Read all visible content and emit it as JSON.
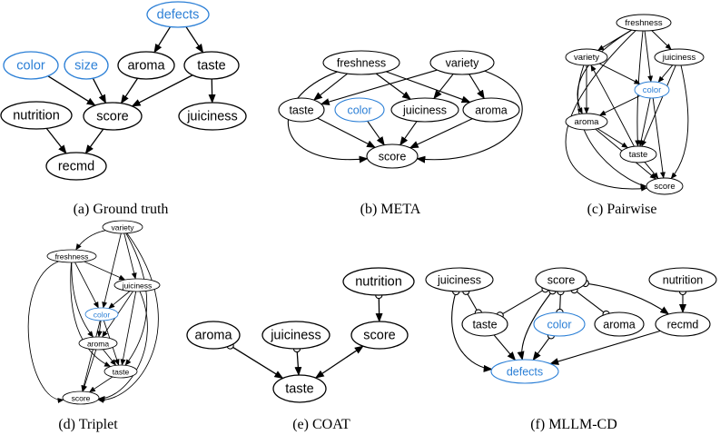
{
  "colors": {
    "line": "#000000",
    "highlight": "#2b7fd6",
    "background": "#ffffff"
  },
  "panels": [
    {
      "id": "a",
      "caption": "(a) Ground truth",
      "nodes": [
        {
          "id": "defects",
          "label": "defects",
          "highlight": true
        },
        {
          "id": "color",
          "label": "color",
          "highlight": true
        },
        {
          "id": "size",
          "label": "size",
          "highlight": true
        },
        {
          "id": "aroma",
          "label": "aroma"
        },
        {
          "id": "taste",
          "label": "taste"
        },
        {
          "id": "nutrition",
          "label": "nutrition"
        },
        {
          "id": "score",
          "label": "score"
        },
        {
          "id": "juiciness",
          "label": "juiciness"
        },
        {
          "id": "recmd",
          "label": "recmd"
        }
      ],
      "edges": [
        {
          "from": "defects",
          "to": "aroma",
          "type": "arrow"
        },
        {
          "from": "defects",
          "to": "taste",
          "type": "arrow"
        },
        {
          "from": "color",
          "to": "score",
          "type": "arrow"
        },
        {
          "from": "size",
          "to": "score",
          "type": "arrow"
        },
        {
          "from": "aroma",
          "to": "score",
          "type": "arrow"
        },
        {
          "from": "taste",
          "to": "score",
          "type": "arrow"
        },
        {
          "from": "taste",
          "to": "juiciness",
          "type": "arrow"
        },
        {
          "from": "nutrition",
          "to": "recmd",
          "type": "arrow"
        },
        {
          "from": "score",
          "to": "recmd",
          "type": "arrow"
        }
      ]
    },
    {
      "id": "b",
      "caption": "(b) META",
      "nodes": [
        {
          "id": "freshness",
          "label": "freshness"
        },
        {
          "id": "variety",
          "label": "variety"
        },
        {
          "id": "taste",
          "label": "taste"
        },
        {
          "id": "color",
          "label": "color",
          "highlight": true
        },
        {
          "id": "juiciness",
          "label": "juiciness"
        },
        {
          "id": "aroma",
          "label": "aroma"
        },
        {
          "id": "score",
          "label": "score"
        }
      ],
      "edges": [
        {
          "from": "freshness",
          "to": "taste",
          "type": "arrow"
        },
        {
          "from": "freshness",
          "to": "juiciness",
          "type": "arrow"
        },
        {
          "from": "freshness",
          "to": "aroma",
          "type": "arrow"
        },
        {
          "from": "freshness",
          "to": "score",
          "type": "arrow"
        },
        {
          "from": "variety",
          "to": "taste",
          "type": "arrow"
        },
        {
          "from": "variety",
          "to": "juiciness",
          "type": "arrow"
        },
        {
          "from": "variety",
          "to": "aroma",
          "type": "arrow"
        },
        {
          "from": "variety",
          "to": "score",
          "type": "arrow"
        },
        {
          "from": "taste",
          "to": "score",
          "type": "arrow"
        },
        {
          "from": "color",
          "to": "score",
          "type": "arrow"
        },
        {
          "from": "juiciness",
          "to": "score",
          "type": "arrow"
        },
        {
          "from": "aroma",
          "to": "score",
          "type": "arrow"
        }
      ]
    },
    {
      "id": "c",
      "caption": "(c) Pairwise",
      "nodes": [
        {
          "id": "freshness",
          "label": "freshness"
        },
        {
          "id": "variety",
          "label": "variety"
        },
        {
          "id": "juiciness",
          "label": "juiciness"
        },
        {
          "id": "color",
          "label": "color",
          "highlight": true
        },
        {
          "id": "aroma",
          "label": "aroma"
        },
        {
          "id": "taste",
          "label": "taste"
        },
        {
          "id": "score",
          "label": "score"
        }
      ],
      "edges": [
        {
          "from": "freshness",
          "to": "variety",
          "type": "arrow"
        },
        {
          "from": "freshness",
          "to": "juiciness",
          "type": "arrow"
        },
        {
          "from": "freshness",
          "to": "color",
          "type": "arrow"
        },
        {
          "from": "freshness",
          "to": "taste",
          "type": "arrow"
        },
        {
          "from": "freshness",
          "to": "aroma",
          "type": "arrow"
        },
        {
          "from": "freshness",
          "to": "score",
          "type": "arrow"
        },
        {
          "from": "variety",
          "to": "color",
          "type": "arrow"
        },
        {
          "from": "variety",
          "to": "aroma",
          "type": "arrow"
        },
        {
          "from": "juiciness",
          "to": "color",
          "type": "arrow"
        },
        {
          "from": "juiciness",
          "to": "taste",
          "type": "arrow"
        },
        {
          "from": "juiciness",
          "to": "score",
          "type": "arrow"
        },
        {
          "from": "color",
          "to": "aroma",
          "type": "arrow"
        },
        {
          "from": "color",
          "to": "taste",
          "type": "arrow"
        },
        {
          "from": "color",
          "to": "score",
          "type": "arrow"
        },
        {
          "from": "aroma",
          "to": "taste",
          "type": "arrow"
        },
        {
          "from": "aroma",
          "to": "score",
          "type": "arrow"
        },
        {
          "from": "taste",
          "to": "score",
          "type": "arrow"
        },
        {
          "from": "taste",
          "to": "variety",
          "type": "arrow"
        },
        {
          "from": "variety",
          "to": "score",
          "type": "arrow"
        }
      ]
    },
    {
      "id": "d",
      "caption": "(d) Triplet",
      "nodes": [
        {
          "id": "variety",
          "label": "variety"
        },
        {
          "id": "freshness",
          "label": "freshness"
        },
        {
          "id": "juiciness",
          "label": "juiciness"
        },
        {
          "id": "color",
          "label": "color",
          "highlight": true
        },
        {
          "id": "aroma",
          "label": "aroma"
        },
        {
          "id": "taste",
          "label": "taste"
        },
        {
          "id": "score",
          "label": "score"
        }
      ],
      "edges": [
        {
          "from": "variety",
          "to": "freshness",
          "type": "arrow"
        },
        {
          "from": "variety",
          "to": "juiciness",
          "type": "arrow"
        },
        {
          "from": "variety",
          "to": "color",
          "type": "arrow"
        },
        {
          "from": "variety",
          "to": "taste",
          "type": "arrow"
        },
        {
          "from": "variety",
          "to": "score",
          "type": "arrow"
        },
        {
          "from": "freshness",
          "to": "juiciness",
          "type": "arrow"
        },
        {
          "from": "freshness",
          "to": "color",
          "type": "arrow"
        },
        {
          "from": "freshness",
          "to": "aroma",
          "type": "arrow"
        },
        {
          "from": "freshness",
          "to": "taste",
          "type": "arrow"
        },
        {
          "from": "freshness",
          "to": "score",
          "type": "arrow"
        },
        {
          "from": "juiciness",
          "to": "color",
          "type": "arrow"
        },
        {
          "from": "juiciness",
          "to": "aroma",
          "type": "arrow"
        },
        {
          "from": "juiciness",
          "to": "taste",
          "type": "arrow"
        },
        {
          "from": "juiciness",
          "to": "score",
          "type": "arrow"
        },
        {
          "from": "color",
          "to": "aroma",
          "type": "arrow"
        },
        {
          "from": "color",
          "to": "taste",
          "type": "arrow"
        },
        {
          "from": "color",
          "to": "score",
          "type": "arrow"
        },
        {
          "from": "aroma",
          "to": "taste",
          "type": "arrow"
        },
        {
          "from": "aroma",
          "to": "score",
          "type": "arrow"
        },
        {
          "from": "taste",
          "to": "score",
          "type": "arrow"
        }
      ]
    },
    {
      "id": "e",
      "caption": "(e) COAT",
      "nodes": [
        {
          "id": "nutrition",
          "label": "nutrition"
        },
        {
          "id": "aroma",
          "label": "aroma"
        },
        {
          "id": "juiciness",
          "label": "juiciness"
        },
        {
          "id": "score",
          "label": "score"
        },
        {
          "id": "taste",
          "label": "taste"
        }
      ],
      "edges": [
        {
          "from": "nutrition",
          "to": "score",
          "type": "circle-arrow"
        },
        {
          "from": "aroma",
          "to": "taste",
          "type": "circle-arrow"
        },
        {
          "from": "juiciness",
          "to": "taste",
          "type": "circle-arrow"
        },
        {
          "from": "taste",
          "to": "score",
          "type": "bidirected"
        }
      ]
    },
    {
      "id": "f",
      "caption": "(f) MLLM-CD",
      "nodes": [
        {
          "id": "juiciness",
          "label": "juiciness"
        },
        {
          "id": "score",
          "label": "score"
        },
        {
          "id": "nutrition",
          "label": "nutrition"
        },
        {
          "id": "taste",
          "label": "taste"
        },
        {
          "id": "color",
          "label": "color",
          "highlight": true
        },
        {
          "id": "aroma",
          "label": "aroma"
        },
        {
          "id": "recmd",
          "label": "recmd"
        },
        {
          "id": "defects",
          "label": "defects",
          "highlight": true
        }
      ],
      "edges": [
        {
          "from": "juiciness",
          "to": "defects",
          "type": "circle-arrow"
        },
        {
          "from": "juiciness",
          "to": "taste",
          "type": "circle-circle"
        },
        {
          "from": "score",
          "to": "taste",
          "type": "circle-circle"
        },
        {
          "from": "score",
          "to": "defects",
          "type": "circle-arrow"
        },
        {
          "from": "score",
          "to": "color",
          "type": "circle-circle"
        },
        {
          "from": "score",
          "to": "aroma",
          "type": "circle-circle"
        },
        {
          "from": "score",
          "to": "recmd",
          "type": "circle-arrow"
        },
        {
          "from": "nutrition",
          "to": "recmd",
          "type": "circle-arrow"
        },
        {
          "from": "taste",
          "to": "defects",
          "type": "arrow"
        },
        {
          "from": "color",
          "to": "defects",
          "type": "circle-arrow"
        },
        {
          "from": "recmd",
          "to": "defects",
          "type": "arrow"
        }
      ]
    }
  ]
}
